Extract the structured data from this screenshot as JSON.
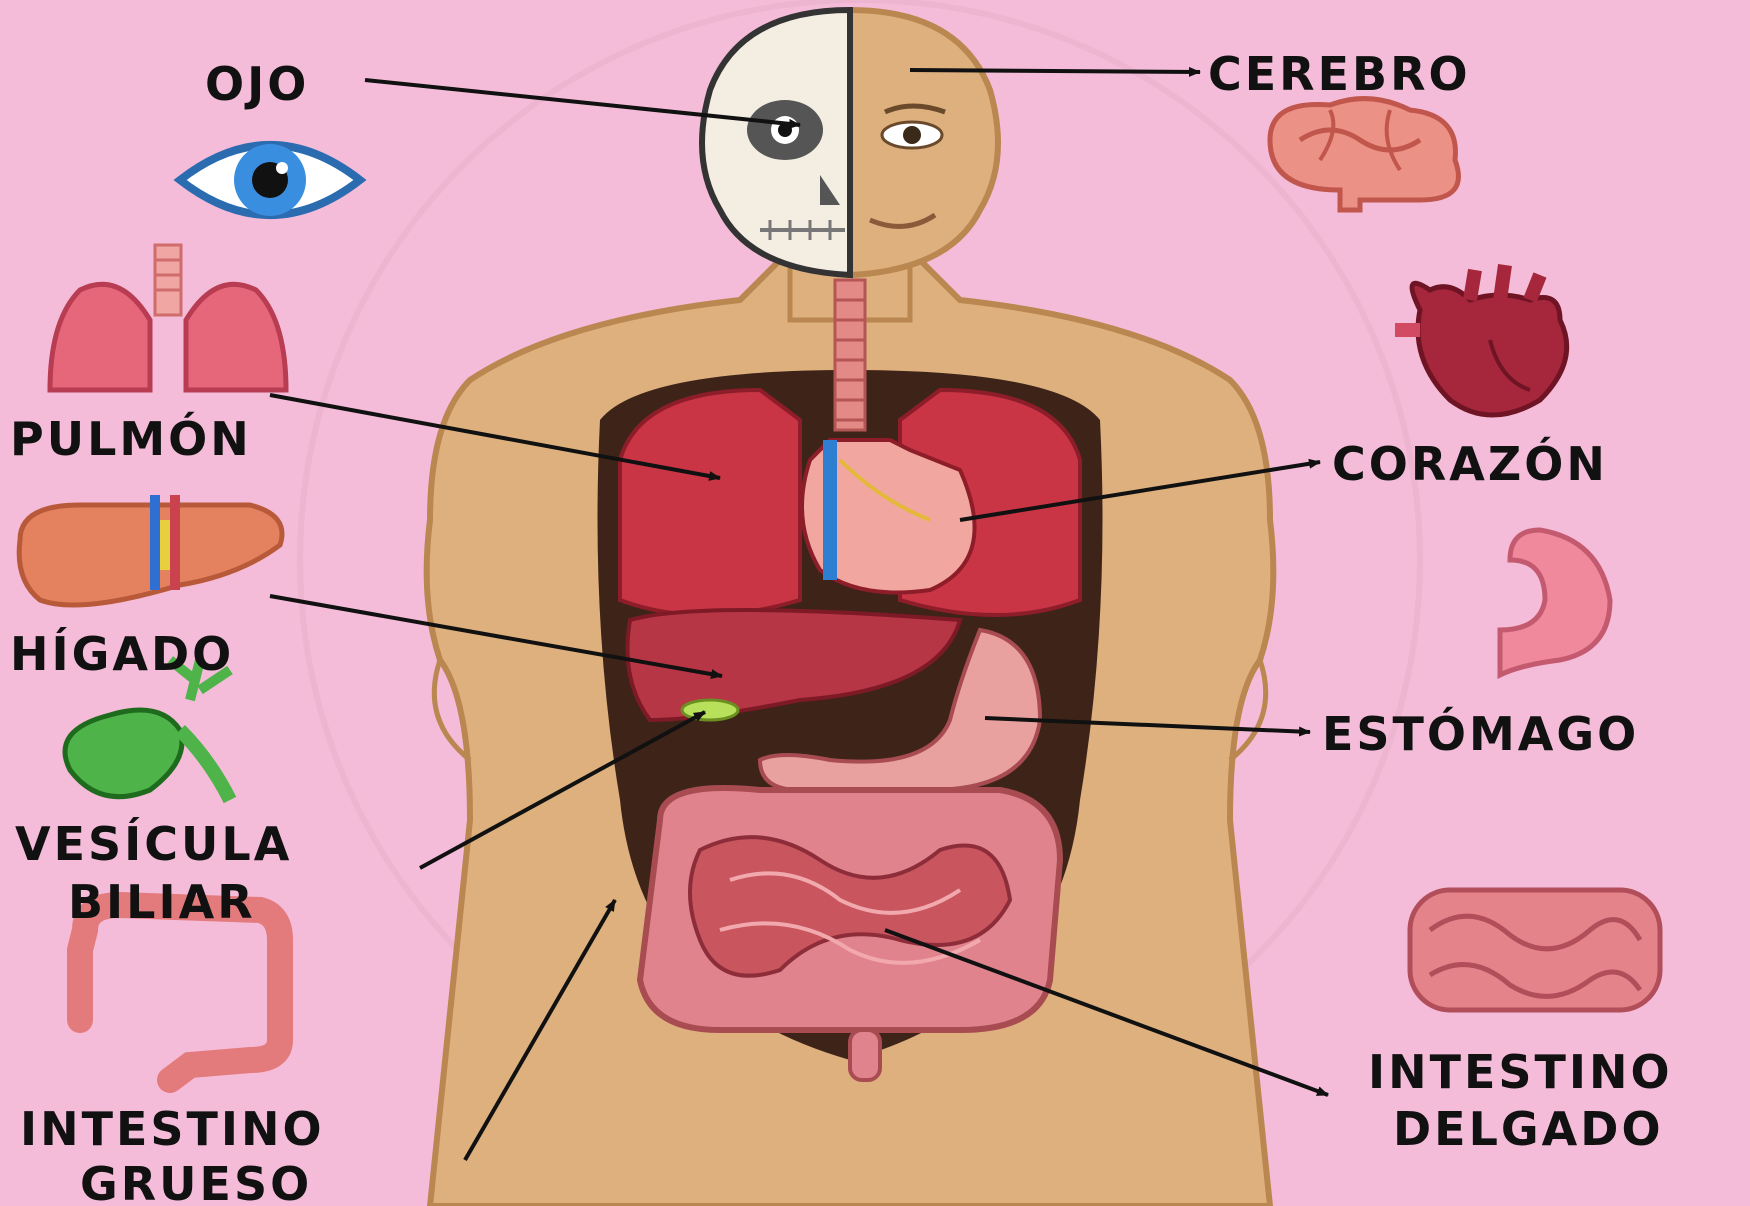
{
  "labels": {
    "ojo": "OJO",
    "cerebro": "CEREBRO",
    "pulmon": "PULMÓN",
    "corazon": "CORAZÓN",
    "higado": "HÍGADO",
    "estomago": "ESTÓMAGO",
    "vesicula_1": "VESÍCULA",
    "vesicula_2": "BILIAR",
    "intestino_grueso_1": "INTESTINO",
    "intestino_grueso_2": "GRUESO",
    "intestino_delgado_1": "INTESTINO",
    "intestino_delgado_2": "DELGADO"
  },
  "icons": [
    "eye-icon",
    "brain-icon",
    "lungs-icon",
    "heart-icon",
    "liver-icon",
    "stomach-icon",
    "gallbladder-icon",
    "large-intestine-icon",
    "small-intestine-icon"
  ],
  "colors": {
    "background": "#f4bcd9",
    "skin": "#ddb07e",
    "organ_red": "#c93545",
    "text": "#111111"
  }
}
